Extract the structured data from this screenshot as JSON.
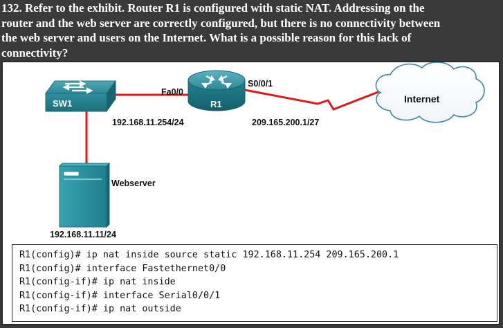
{
  "question": {
    "lines": [
      "132. Refer to the exhibit. Router R1 is configured with static NAT. Addressing on the",
      "router and the web server are correctly configured, but there is no connectivity between",
      "the web server and users on the Internet. What is a possible reason for this lack of",
      "connectivity?"
    ]
  },
  "diagram": {
    "switch_label": "SW1",
    "router_label": "R1",
    "router_fa_interface": "Fa0/0",
    "router_serial_interface": "S0/0/1",
    "router_fa_ip": "192.168.11.254/24",
    "router_serial_ip": "209.165.200.1/27",
    "cloud_label": "Internet",
    "server_label": "Webserver",
    "server_ip": "192.168.11.11/24"
  },
  "config": {
    "lines": [
      "R1(config)# ip nat inside source static 192.168.11.254 209.165.200.1",
      "R1(config)# interface Fastethernet0/0",
      "R1(config-if)# ip nat inside",
      "R1(config-if)# interface Serial0/0/1",
      "R1(config-if)# ip nat outside"
    ]
  }
}
